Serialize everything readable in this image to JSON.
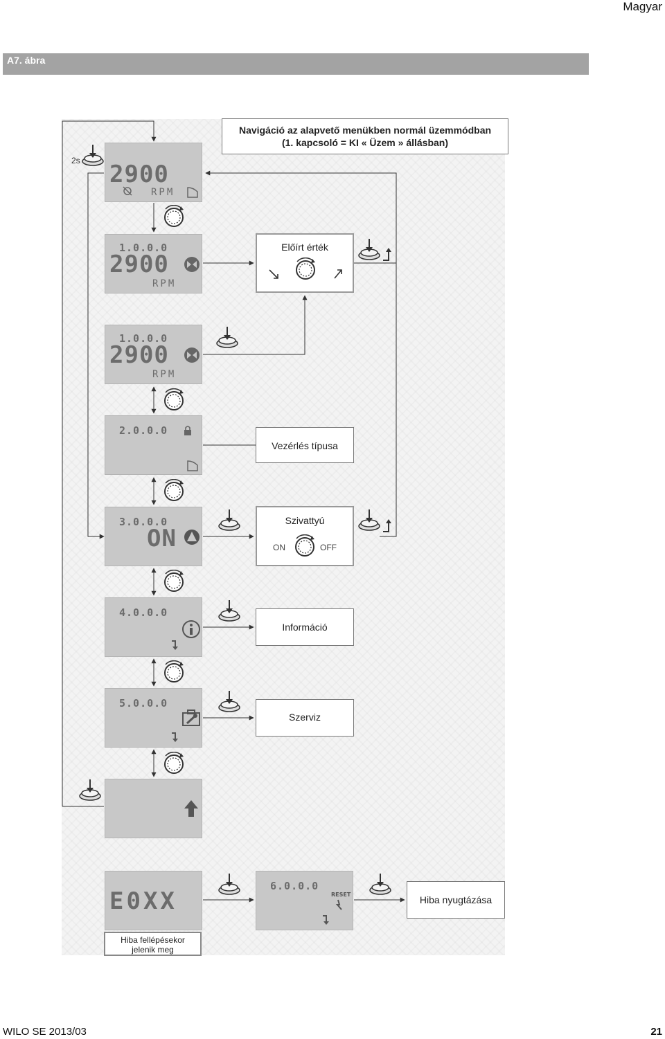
{
  "header": {
    "language": "Magyar"
  },
  "figure": {
    "label": "A7. ábra"
  },
  "title_box": {
    "line1": "Navigáció az alapvető menükben normál üzemmódban",
    "line2": "(1. kapcsoló = KI « Üzem » állásban)"
  },
  "timer_label": "2s",
  "screens": {
    "s0": {
      "big": "2900",
      "unit": "RPM"
    },
    "s1": {
      "small": "1.0.0.0",
      "big": "2900",
      "unit": "RPM"
    },
    "s2": {
      "small": "1.0.0.0",
      "big": "2900",
      "unit": "RPM"
    },
    "s3": {
      "small": "2.0.0.0"
    },
    "s4": {
      "small": "3.0.0.0",
      "big": "ON"
    },
    "s5": {
      "small": "4.0.0.0"
    },
    "s6": {
      "small": "5.0.0.0"
    },
    "s8": {
      "big": "E0XX"
    },
    "s9": {
      "small": "6.0.0.0",
      "reset": "RESET"
    }
  },
  "boxes": {
    "setpoint": "Előírt érték",
    "control_type": "Vezérlés típusa",
    "pump": {
      "title": "Szivattyú",
      "on": "ON",
      "off": "OFF"
    },
    "info": "Információ",
    "service": "Szerviz",
    "error_ack": "Hiba nyugtázása",
    "error_note": {
      "line1": "Hiba fellépésekor",
      "line2": "jelenik meg"
    }
  },
  "footer": {
    "left": "WILO SE 2013/03",
    "page": "21"
  }
}
